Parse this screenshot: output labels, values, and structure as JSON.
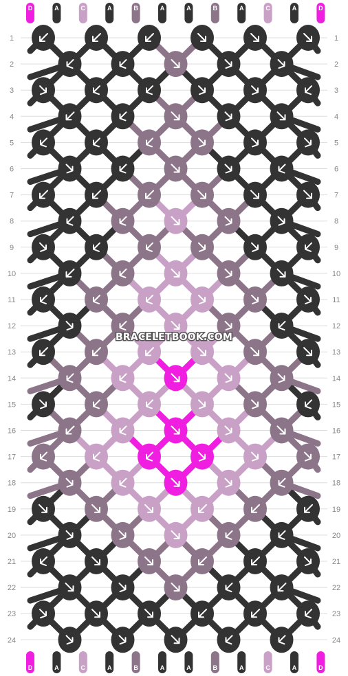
{
  "watermark": "BRACELETBOOK.COM",
  "strings": [
    "D",
    "A",
    "C",
    "A",
    "B",
    "A",
    "A",
    "B",
    "A",
    "C",
    "A",
    "D"
  ],
  "colors": {
    "A": "#333333",
    "B": "#8c7489",
    "C": "#c9a0c6",
    "D": "#f01ee0"
  },
  "rows": [
    {
      "n": "1",
      "knots": [
        {
          "c": "A",
          "a": "bl"
        },
        {
          "c": "A",
          "a": "bl"
        },
        {
          "c": "A",
          "a": "bl"
        },
        {
          "c": "A",
          "a": "br"
        },
        {
          "c": "A",
          "a": "br"
        },
        {
          "c": "A",
          "a": "br"
        }
      ]
    },
    {
      "n": "2",
      "knots": [
        {
          "c": "A",
          "a": "fl"
        },
        {
          "c": "A",
          "a": "fl"
        },
        {
          "c": "B",
          "a": "br"
        },
        {
          "c": "A",
          "a": "fr"
        },
        {
          "c": "A",
          "a": "fr"
        }
      ]
    },
    {
      "n": "3",
      "knots": [
        {
          "c": "A",
          "a": "fr"
        },
        {
          "c": "A",
          "a": "fl"
        },
        {
          "c": "A",
          "a": "fl"
        },
        {
          "c": "A",
          "a": "fr"
        },
        {
          "c": "A",
          "a": "fr"
        },
        {
          "c": "A",
          "a": "fl"
        }
      ]
    },
    {
      "n": "4",
      "knots": [
        {
          "c": "A",
          "a": "bl"
        },
        {
          "c": "A",
          "a": "fl"
        },
        {
          "c": "B",
          "a": "br"
        },
        {
          "c": "A",
          "a": "fr"
        },
        {
          "c": "A",
          "a": "br"
        }
      ]
    },
    {
      "n": "5",
      "knots": [
        {
          "c": "A",
          "a": "fl"
        },
        {
          "c": "A",
          "a": "fl"
        },
        {
          "c": "B",
          "a": "fl"
        },
        {
          "c": "B",
          "a": "fr"
        },
        {
          "c": "A",
          "a": "fr"
        },
        {
          "c": "A",
          "a": "fr"
        }
      ]
    },
    {
      "n": "6",
      "knots": [
        {
          "c": "A",
          "a": "fr"
        },
        {
          "c": "A",
          "a": "fl"
        },
        {
          "c": "B",
          "a": "br"
        },
        {
          "c": "A",
          "a": "fr"
        },
        {
          "c": "A",
          "a": "fl"
        }
      ]
    },
    {
      "n": "7",
      "knots": [
        {
          "c": "A",
          "a": "bl"
        },
        {
          "c": "A",
          "a": "bl"
        },
        {
          "c": "B",
          "a": "bl"
        },
        {
          "c": "B",
          "a": "br"
        },
        {
          "c": "A",
          "a": "br"
        },
        {
          "c": "A",
          "a": "br"
        }
      ]
    },
    {
      "n": "8",
      "knots": [
        {
          "c": "A",
          "a": "fl"
        },
        {
          "c": "B",
          "a": "fl"
        },
        {
          "c": "C",
          "a": "br"
        },
        {
          "c": "B",
          "a": "fr"
        },
        {
          "c": "A",
          "a": "fr"
        }
      ]
    },
    {
      "n": "9",
      "knots": [
        {
          "c": "A",
          "a": "fr"
        },
        {
          "c": "A",
          "a": "fl"
        },
        {
          "c": "B",
          "a": "fl"
        },
        {
          "c": "B",
          "a": "fr"
        },
        {
          "c": "A",
          "a": "fr"
        },
        {
          "c": "A",
          "a": "fl"
        }
      ]
    },
    {
      "n": "10",
      "knots": [
        {
          "c": "A",
          "a": "bl"
        },
        {
          "c": "B",
          "a": "fl"
        },
        {
          "c": "C",
          "a": "br"
        },
        {
          "c": "B",
          "a": "fr"
        },
        {
          "c": "A",
          "a": "br"
        }
      ]
    },
    {
      "n": "11",
      "knots": [
        {
          "c": "A",
          "a": "fl"
        },
        {
          "c": "B",
          "a": "fl"
        },
        {
          "c": "C",
          "a": "fl"
        },
        {
          "c": "C",
          "a": "fr"
        },
        {
          "c": "B",
          "a": "fr"
        },
        {
          "c": "A",
          "a": "fr"
        }
      ]
    },
    {
      "n": "12",
      "knots": [
        {
          "c": "A",
          "a": "fr"
        },
        {
          "c": "B",
          "a": "fl"
        },
        {
          "c": "C",
          "a": "br"
        },
        {
          "c": "B",
          "a": "fr"
        },
        {
          "c": "A",
          "a": "fl"
        }
      ]
    },
    {
      "n": "13",
      "knots": [
        {
          "c": "A",
          "a": "bl"
        },
        {
          "c": "B",
          "a": "bl"
        },
        {
          "c": "C",
          "a": "bl"
        },
        {
          "c": "C",
          "a": "br"
        },
        {
          "c": "B",
          "a": "br"
        },
        {
          "c": "A",
          "a": "br"
        }
      ]
    },
    {
      "n": "14",
      "knots": [
        {
          "c": "B",
          "a": "fl"
        },
        {
          "c": "C",
          "a": "fl"
        },
        {
          "c": "D",
          "a": "br"
        },
        {
          "c": "C",
          "a": "fr"
        },
        {
          "c": "B",
          "a": "fr"
        }
      ]
    },
    {
      "n": "15",
      "knots": [
        {
          "c": "A",
          "a": "fr"
        },
        {
          "c": "B",
          "a": "fl"
        },
        {
          "c": "C",
          "a": "fl"
        },
        {
          "c": "C",
          "a": "fr"
        },
        {
          "c": "B",
          "a": "fr"
        },
        {
          "c": "A",
          "a": "fl"
        }
      ]
    },
    {
      "n": "16",
      "knots": [
        {
          "c": "B",
          "a": "bl"
        },
        {
          "c": "C",
          "a": "fl"
        },
        {
          "c": "D",
          "a": "br"
        },
        {
          "c": "C",
          "a": "fr"
        },
        {
          "c": "B",
          "a": "br"
        }
      ]
    },
    {
      "n": "17",
      "knots": [
        {
          "c": "B",
          "a": "fl"
        },
        {
          "c": "C",
          "a": "fl"
        },
        {
          "c": "D",
          "a": "fl"
        },
        {
          "c": "D",
          "a": "fr"
        },
        {
          "c": "C",
          "a": "fr"
        },
        {
          "c": "B",
          "a": "fr"
        }
      ]
    },
    {
      "n": "18",
      "knots": [
        {
          "c": "B",
          "a": "fr"
        },
        {
          "c": "C",
          "a": "fl"
        },
        {
          "c": "D",
          "a": "br"
        },
        {
          "c": "C",
          "a": "fr"
        },
        {
          "c": "B",
          "a": "fl"
        }
      ]
    },
    {
      "n": "19",
      "knots": [
        {
          "c": "A",
          "a": "br"
        },
        {
          "c": "B",
          "a": "br"
        },
        {
          "c": "C",
          "a": "br"
        },
        {
          "c": "C",
          "a": "bl"
        },
        {
          "c": "B",
          "a": "bl"
        },
        {
          "c": "A",
          "a": "bl"
        }
      ]
    },
    {
      "n": "20",
      "knots": [
        {
          "c": "A",
          "a": "fr"
        },
        {
          "c": "B",
          "a": "fr"
        },
        {
          "c": "C",
          "a": "br"
        },
        {
          "c": "B",
          "a": "fl"
        },
        {
          "c": "A",
          "a": "fl"
        }
      ]
    },
    {
      "n": "21",
      "knots": [
        {
          "c": "A",
          "a": "fl"
        },
        {
          "c": "A",
          "a": "br"
        },
        {
          "c": "B",
          "a": "br"
        },
        {
          "c": "B",
          "a": "bl"
        },
        {
          "c": "A",
          "a": "bl"
        },
        {
          "c": "A",
          "a": "fr"
        }
      ]
    },
    {
      "n": "22",
      "knots": [
        {
          "c": "A",
          "a": "br"
        },
        {
          "c": "A",
          "a": "fr"
        },
        {
          "c": "B",
          "a": "br"
        },
        {
          "c": "A",
          "a": "fl"
        },
        {
          "c": "A",
          "a": "bl"
        }
      ]
    },
    {
      "n": "23",
      "knots": [
        {
          "c": "A",
          "a": "fr"
        },
        {
          "c": "A",
          "a": "br"
        },
        {
          "c": "A",
          "a": "br"
        },
        {
          "c": "A",
          "a": "bl"
        },
        {
          "c": "A",
          "a": "bl"
        },
        {
          "c": "A",
          "a": "fl"
        }
      ]
    },
    {
      "n": "24",
      "knots": [
        {
          "c": "A",
          "a": "fr"
        },
        {
          "c": "A",
          "a": "fr"
        },
        {
          "c": "A",
          "a": "br"
        },
        {
          "c": "A",
          "a": "fl"
        },
        {
          "c": "A",
          "a": "fl"
        }
      ]
    }
  ]
}
